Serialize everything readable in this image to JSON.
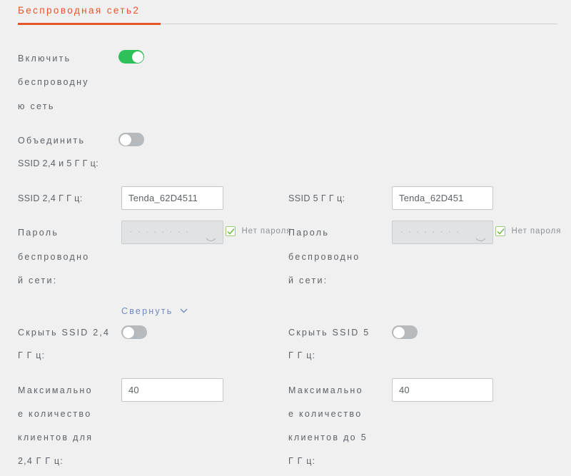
{
  "tab": {
    "title": "Беспроводная сеть2",
    "accent_color": "#e8542a"
  },
  "colors": {
    "background": "#f0f0f0",
    "label_text": "#5d6368",
    "toggle_on": "#2fc05a",
    "toggle_off": "#b6babd",
    "link": "#7189c2",
    "checkbox_border": "#9ccb7f",
    "checkbox_check": "#6fba45"
  },
  "form": {
    "enable_wifi": {
      "label_lines": [
        "Включить",
        "беспроводну",
        "ю сеть"
      ],
      "toggle_state": "on"
    },
    "merge_ssid": {
      "label_lines": [
        "Объединить",
        "SSID 2,4 и 5 Г Г ц:"
      ],
      "toggle_state": "off"
    },
    "collapse_link": {
      "label": "Свернуть",
      "chevron": "chevron-down-icon"
    },
    "band_24": {
      "ssid_label": "SSID 2,4 Г Г ц:",
      "ssid_value": "Tenda_62D4511",
      "password_label_lines": [
        "Пароль",
        "беспроводно",
        "й сети:"
      ],
      "password_value": "········",
      "password_disabled": true,
      "eye_icon": "eye-closed-icon",
      "no_password_label": "Нет пароля",
      "no_password_checked": true,
      "hide_ssid_label_lines": [
        "Скрыть SSID 2,4",
        "Г Г ц:"
      ],
      "hide_ssid_state": "off",
      "max_clients_label_lines": [
        "Максимально",
        "е количество",
        "клиентов для",
        "2,4 Г Г ц:"
      ],
      "max_clients_value": "40"
    },
    "band_5": {
      "ssid_label": "SSID 5 Г Г ц:",
      "ssid_value": "Tenda_62D451",
      "password_label_lines": [
        "Пароль",
        "беспроводно",
        "й сети:"
      ],
      "password_value": "········",
      "password_disabled": true,
      "eye_icon": "eye-closed-icon",
      "no_password_label": "Нет пароля",
      "no_password_checked": true,
      "hide_ssid_label_lines": [
        "Скрыть SSID 5",
        "Г Г ц:"
      ],
      "hide_ssid_state": "off",
      "max_clients_label_lines": [
        "Максимально",
        "е количество",
        "клиентов до 5",
        "Г Г ц:"
      ],
      "max_clients_value": "40"
    }
  }
}
